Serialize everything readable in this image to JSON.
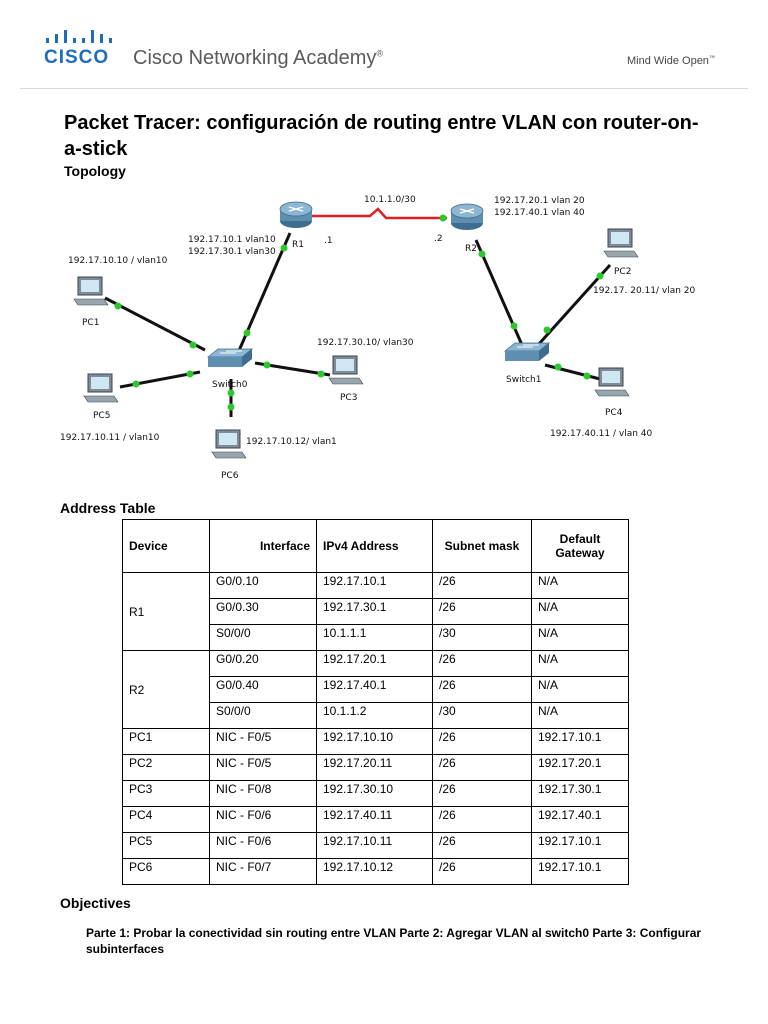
{
  "header": {
    "logo_word": "CISCO",
    "academy": "Cisco Networking Academy",
    "registered": "®",
    "tagline": "Mind Wide Open",
    "tagline_tm": "™"
  },
  "title": "Packet Tracer: configuración de routing entre VLAN con router-on-a-stick",
  "topology": {
    "heading": "Topology",
    "wan_network": "10.1.1.0/30",
    "r1_end": ".1",
    "r2_end": ".2",
    "devices": {
      "r1": "R1",
      "r2": "R2",
      "switch0": "Switch0",
      "switch1": "Switch1",
      "pc1": "PC1",
      "pc2": "PC2",
      "pc3": "PC3",
      "pc4": "PC4",
      "pc5": "PC5",
      "pc6": "PC6"
    },
    "labels": {
      "r1_line1": "192.17.10.1 vlan10",
      "r1_line2": "192.17.30.1 vlan30",
      "r2_line1": "192.17.20.1 vlan 20",
      "r2_line2": "192.17.40.1 vlan 40",
      "pc1": "192.17.10.10 / vlan10",
      "pc2": "192.17. 20.11/ vlan 20",
      "pc3": "192.17.30.10/ vlan30",
      "pc4": "192.17.40.11 / vlan 40",
      "pc5": "192.17.10.11 / vlan10",
      "pc6": "192.17.10.12/ vlan1"
    },
    "colors": {
      "serial_link": "#e02020",
      "link_dot": "#2ec82e",
      "device_body": "#5f8fb0"
    }
  },
  "address_table": {
    "heading": "Address Table",
    "headers": {
      "device": "Device",
      "interface": "Interface",
      "ipv4": "IPv4 Address",
      "mask": "Subnet mask",
      "gateway": "Default Gateway"
    },
    "groups": [
      {
        "device": "R1",
        "rows": [
          {
            "interface": "G0/0.10",
            "ipv4": "192.17.10.1",
            "mask": "/26",
            "gateway": "N/A"
          },
          {
            "interface": "G0/0.30",
            "ipv4": "192.17.30.1",
            "mask": "/26",
            "gateway": "N/A"
          },
          {
            "interface": "S0/0/0",
            "ipv4": "10.1.1.1",
            "mask": "/30",
            "gateway": "N/A"
          }
        ]
      },
      {
        "device": "R2",
        "rows": [
          {
            "interface": "G0/0.20",
            "ipv4": "192.17.20.1",
            "mask": "/26",
            "gateway": "N/A"
          },
          {
            "interface": "G0/0.40",
            "ipv4": "192.17.40.1",
            "mask": "/26",
            "gateway": "N/A"
          },
          {
            "interface": "S0/0/0",
            "ipv4": "10.1.1.2",
            "mask": "/30",
            "gateway": "N/A"
          }
        ]
      },
      {
        "device": "PC1",
        "rows": [
          {
            "interface": "NIC - F0/5",
            "ipv4": "192.17.10.10",
            "mask": "/26",
            "gateway": "192.17.10.1"
          }
        ]
      },
      {
        "device": "PC2",
        "rows": [
          {
            "interface": "NIC - F0/5",
            "ipv4": "192.17.20.11",
            "mask": "/26",
            "gateway": "192.17.20.1"
          }
        ]
      },
      {
        "device": "PC3",
        "rows": [
          {
            "interface": "NIC - F0/8",
            "ipv4": "192.17.30.10",
            "mask": "/26",
            "gateway": "192.17.30.1"
          }
        ]
      },
      {
        "device": "PC4",
        "rows": [
          {
            "interface": "NIC - F0/6",
            "ipv4": "192.17.40.11",
            "mask": "/26",
            "gateway": "192.17.40.1"
          }
        ]
      },
      {
        "device": "PC5",
        "rows": [
          {
            "interface": "NIC - F0/6",
            "ipv4": "192.17.10.11",
            "mask": "/26",
            "gateway": "192.17.10.1"
          }
        ]
      },
      {
        "device": "PC6",
        "rows": [
          {
            "interface": "NIC - F0/7",
            "ipv4": "192.17.10.12",
            "mask": "/26",
            "gateway": "192.17.10.1"
          }
        ]
      }
    ]
  },
  "objectives": {
    "heading": "Objectives",
    "text": "Parte 1: Probar la conectividad sin routing entre VLAN Parte 2: Agregar VLAN al switch0 Parte 3: Configurar subinterfaces"
  }
}
